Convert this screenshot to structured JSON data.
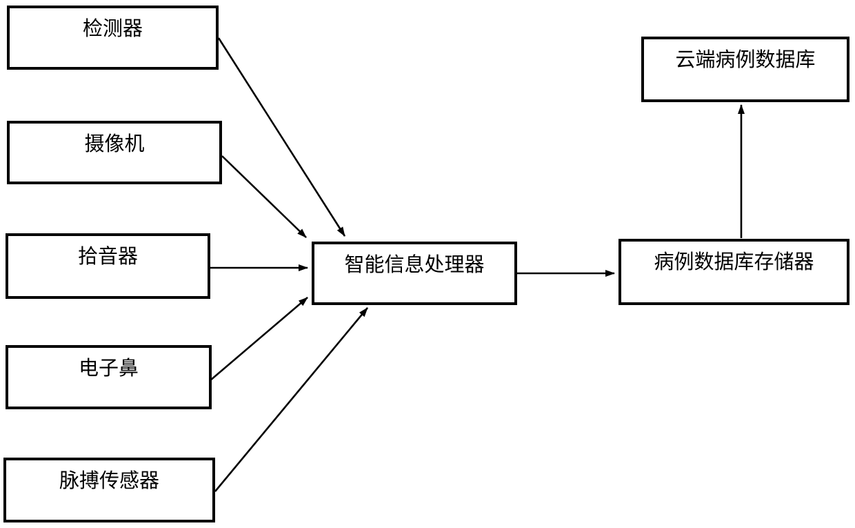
{
  "diagram": {
    "type": "block-diagram",
    "colors": {
      "background": "#ffffff",
      "box_border": "#000000",
      "arrow": "#000000",
      "text": "#000000"
    },
    "nodes": [
      {
        "id": "detector",
        "label": "检测器"
      },
      {
        "id": "camera",
        "label": "摄像机"
      },
      {
        "id": "sound-pickup",
        "label": "拾音器"
      },
      {
        "id": "electronic-nose",
        "label": "电子鼻"
      },
      {
        "id": "pulse-sensor",
        "label": "脉搏传感器"
      },
      {
        "id": "processor",
        "label": "智能信息处理器"
      },
      {
        "id": "storage",
        "label": "病例数据库存储器"
      },
      {
        "id": "cloud",
        "label": "云端病例数据库"
      }
    ],
    "edges": [
      {
        "from": "detector",
        "to": "processor",
        "arrow": true
      },
      {
        "from": "camera",
        "to": "processor",
        "arrow": true
      },
      {
        "from": "sound-pickup",
        "to": "processor",
        "arrow": true
      },
      {
        "from": "electronic-nose",
        "to": "processor",
        "arrow": true
      },
      {
        "from": "pulse-sensor",
        "to": "processor",
        "arrow": true
      },
      {
        "from": "processor",
        "to": "storage",
        "arrow": true
      },
      {
        "from": "storage",
        "to": "cloud",
        "arrow": true
      }
    ]
  }
}
